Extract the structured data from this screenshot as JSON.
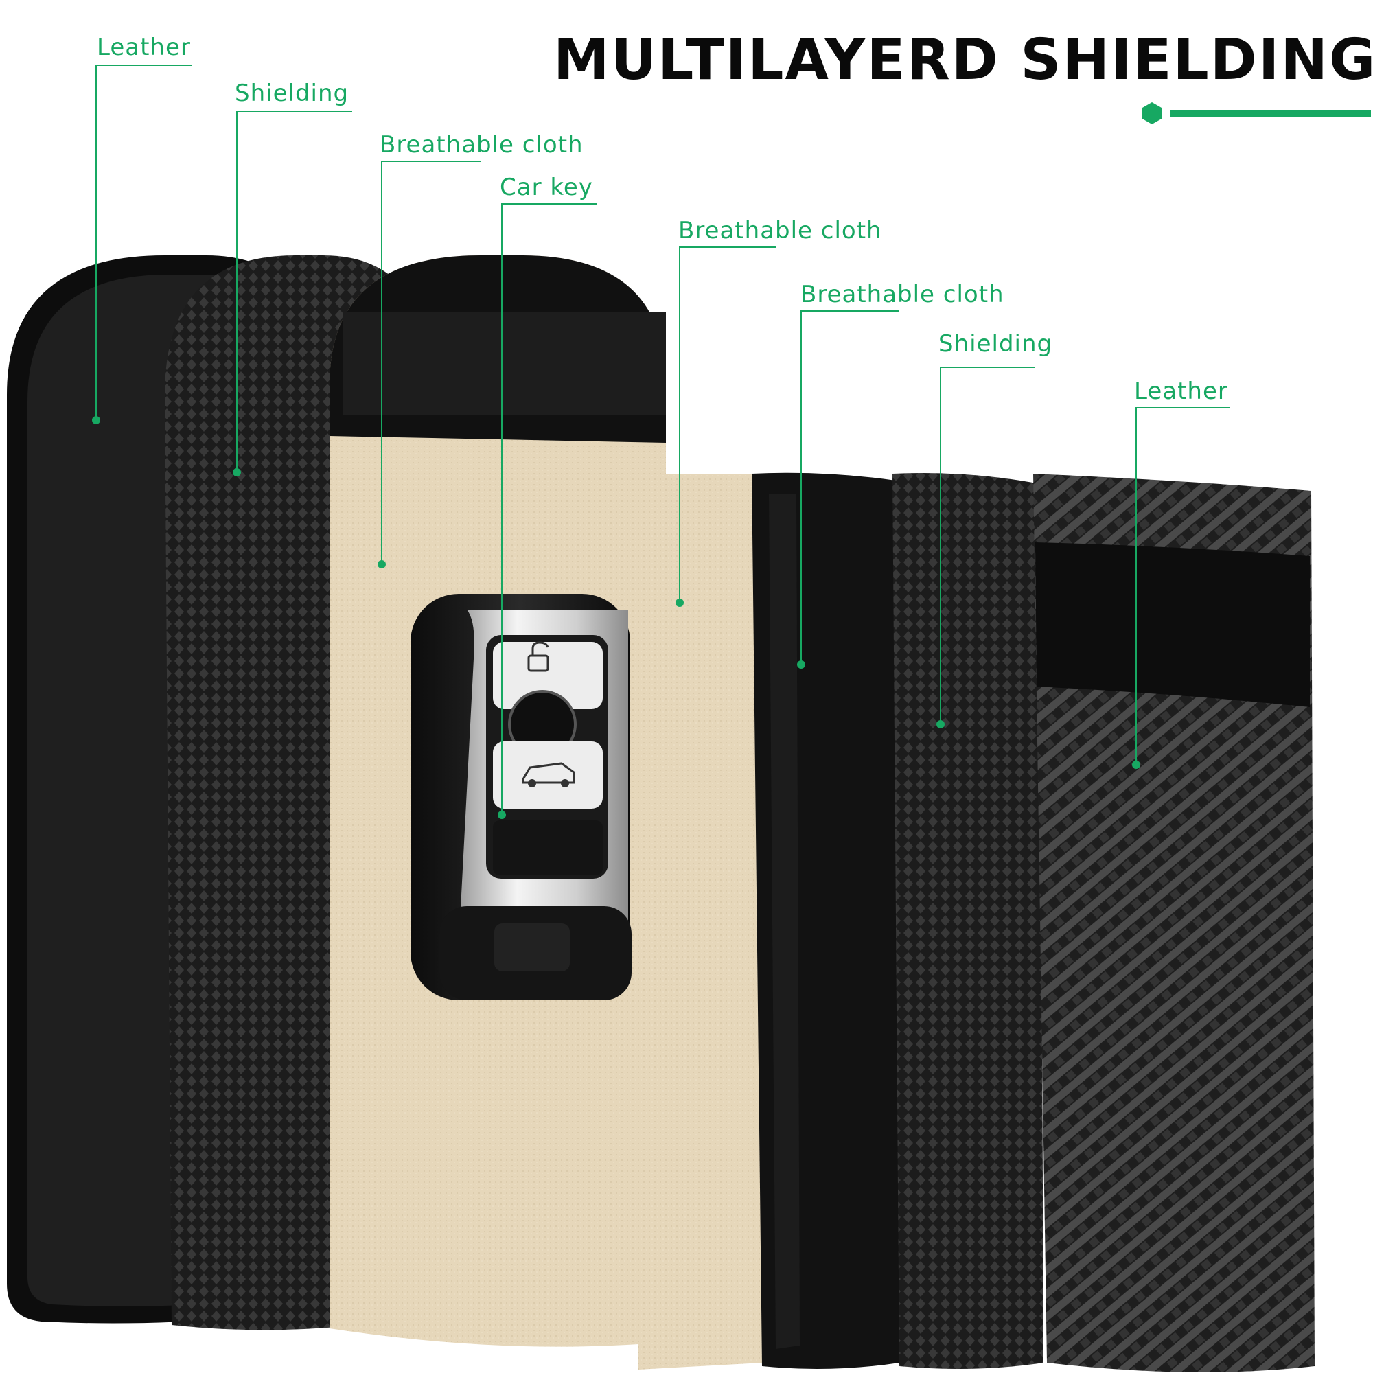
{
  "title": "MULTILAYERD SHIELDING",
  "colors": {
    "accent": "#17a862",
    "title": "#0a0a0a",
    "leather": "#111111",
    "shielding": "#2e2e2e",
    "cloth": "#e6d6b8",
    "carbon": "#2a2a2a"
  },
  "layers": [
    {
      "label": "Leather",
      "material": "leather"
    },
    {
      "label": "Shielding",
      "material": "shielding"
    },
    {
      "label": "Breathable cloth",
      "material": "cloth"
    },
    {
      "label": "Car key",
      "material": "key"
    },
    {
      "label": "Breathable cloth",
      "material": "cloth"
    },
    {
      "label": "Breathable cloth",
      "material": "cloth"
    },
    {
      "label": "Shielding",
      "material": "shielding"
    },
    {
      "label": "Leather",
      "material": "carbon-leather"
    }
  ],
  "icons": {
    "title_marker": "hexagon-icon",
    "car_key_unlock": "unlock-icon",
    "car_key_trunk": "car-trunk-icon"
  }
}
